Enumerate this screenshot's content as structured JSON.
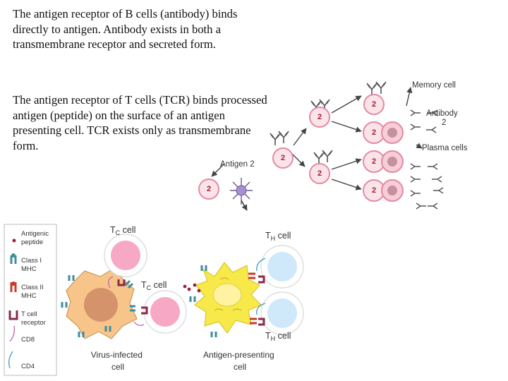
{
  "text": {
    "paragraph_b_cell": "The antigen receptor of B cells (antibody) binds directly to antigen.   Antibody exists in both a transmembrane receptor and secreted form.",
    "paragraph_t_cell": "The antigen receptor of T cells (TCR) binds processed antigen (peptide) on the surface of an antigen presenting cell.  TCR exists only as transmembrane form."
  },
  "b_cell_diagram": {
    "antigen_label": "Antigen 2",
    "memory_label": "Memory cell",
    "antibody_label_1": "Antibody",
    "antibody_label_2": "2",
    "plasma_label": "Plasma cells",
    "cell_number": "2"
  },
  "t_cell_diagram": {
    "legend": [
      {
        "line1": "Antigenic",
        "line2": "peptide"
      },
      {
        "line1": "Class I",
        "line2": "MHC"
      },
      {
        "line1": "Class II",
        "line2": "MHC"
      },
      {
        "line1": "T cell",
        "line2": "receptor"
      },
      {
        "line1": "CD8",
        "line2": ""
      },
      {
        "line1": "CD4",
        "line2": ""
      }
    ],
    "tc_label": "T",
    "tc_sub": "C",
    "th_label": "T",
    "th_sub": "H",
    "cell_word": "cell",
    "virus_label_1": "Virus-infected",
    "virus_label_2": "cell",
    "apc_label_1": "Antigen-presenting",
    "apc_label_2": "cell"
  },
  "colors": {
    "b_cell_fill": "#fbe3ea",
    "b_cell_stroke": "#e48aa0",
    "tc_nucleus": "#f6a8c4",
    "th_nucleus": "#cfe8fa",
    "virus_cell": "#f7c48a",
    "virus_nucleus": "#d4936a",
    "apc_cell": "#f7e94a",
    "mhc_class1": "#3f8c9c",
    "mhc_class2": "#c83a2a",
    "tcr": "#8a2a4a"
  }
}
